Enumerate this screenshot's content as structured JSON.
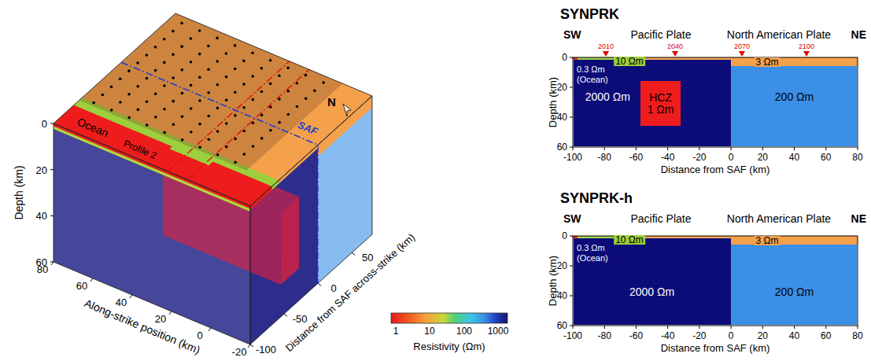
{
  "diagram": {
    "nodes": [
      {
        "text": [
          "2000 Ωm"
        ]
      },
      {
        "text": [
          "HCZ 1 Ωm"
        ],
        "in": 0
      },
      {
        "text": [
          "200 Ωm"
        ]
      },
      {
        "text": [
          "2000 Ωm"
        ]
      },
      {
        "text": [
          "200 Ωm"
        ]
      }
    ],
    "labels": [
      "N",
      "SAF",
      "Profile 2",
      "Ocean",
      "0",
      "20",
      "40",
      "60",
      "Depth (km)",
      "80",
      "60",
      "40",
      "20",
      "0",
      "-20",
      "Along-strike position (km)",
      "50",
      "0",
      "-50",
      "-100",
      "Distance from SAF across-strike (km)",
      "1",
      "10",
      "100",
      "1000",
      "Resistivity (Ωm)",
      "SYNPRK",
      "SW",
      "Pacific Plate",
      "North American Plate",
      "NE",
      "2010",
      "2040",
      "2070",
      "2100",
      "10 Ωm",
      "0.3 Ωm (Ocean)",
      "3 Ωm",
      "0",
      "20",
      "40",
      "60",
      "Depth (km)",
      "-100",
      "-80",
      "-60",
      "-40",
      "-20",
      "0",
      "20",
      "40",
      "60",
      "80",
      "Distance from SAF (km)",
      "SYNPRK-h",
      "SW",
      "Pacific Plate",
      "North American Plate",
      "NE",
      "10 Ωm",
      "0.3 Ωm (Ocean)",
      "3 Ωm",
      "0",
      "20",
      "40",
      "60",
      "Depth (km)",
      "-100",
      "-80",
      "-60",
      "-40",
      "-20",
      "0",
      "20",
      "40",
      "60",
      "80",
      "Distance from SAF (km)"
    ]
  }
}
